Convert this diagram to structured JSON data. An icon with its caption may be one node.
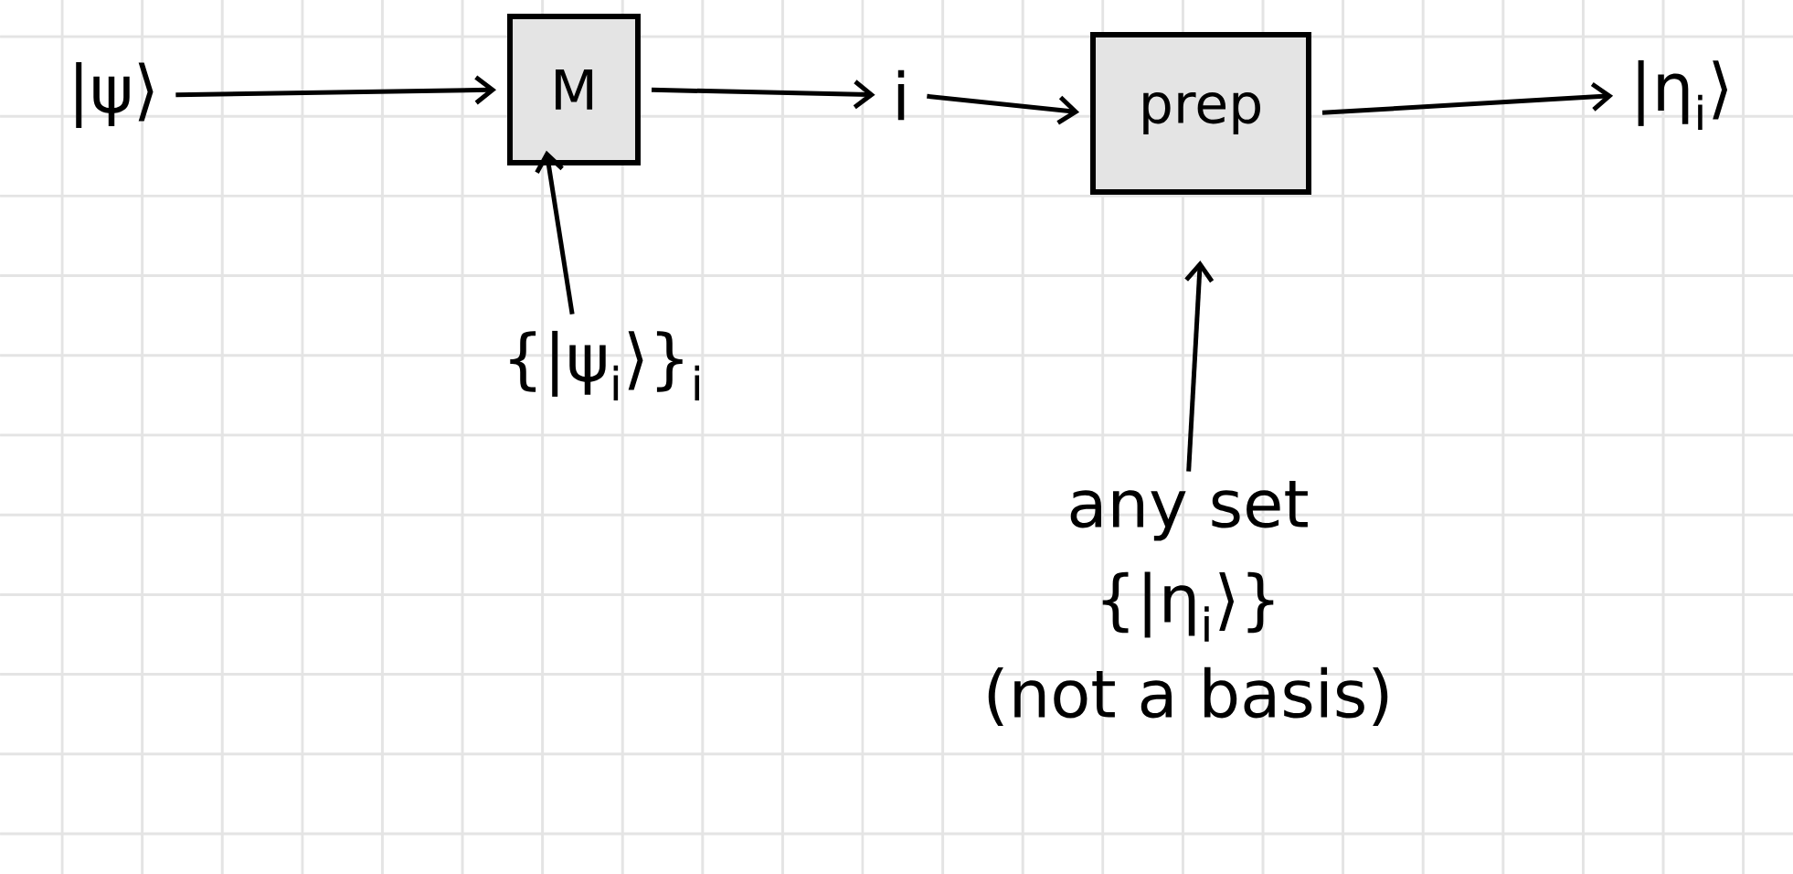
{
  "diagram": {
    "nodes": [
      {
        "text": [
          "|ψ⟩"
        ]
      },
      {
        "text": [
          "M"
        ]
      },
      {
        "text": [
          "i"
        ]
      },
      {
        "text": [
          "prep"
        ]
      },
      {
        "text": [
          "|η$_{i}$⟩"
        ]
      },
      {
        "text": [
          "{|ψ$_{i}$⟩}$_{i}$"
        ]
      },
      {
        "text": [
          "any set",
          "{|η$_{i}$⟩}",
          "(not a basis)"
        ]
      }
    ],
    "edges": [
      {
        "from": 0,
        "to": 1,
        "arrow": "to"
      },
      {
        "from": 1,
        "to": 2,
        "arrow": "to"
      },
      {
        "from": 2,
        "to": 3,
        "arrow": "to"
      },
      {
        "from": 3,
        "to": 4,
        "arrow": "to"
      },
      {
        "from": 5,
        "to": 1,
        "arrow": "to"
      },
      {
        "from": 6,
        "to": 3,
        "arrow": "to"
      }
    ]
  }
}
